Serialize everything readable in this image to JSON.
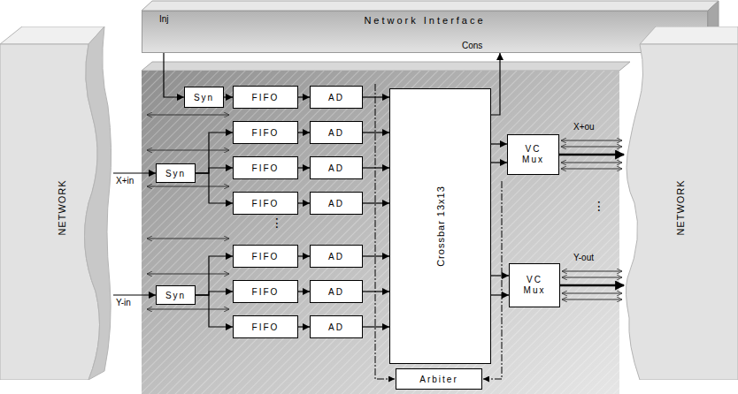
{
  "diagram": {
    "nodes": [
      {
        "text": [
          "NETWORK"
        ]
      },
      {
        "text": [
          "Network Interface"
        ]
      },
      {
        "text": [
          "Syn"
        ]
      },
      {
        "text": [
          "FIFO"
        ]
      },
      {
        "text": [
          "AD"
        ]
      },
      {
        "text": [
          "Syn"
        ]
      },
      {
        "text": [
          "FIFO"
        ]
      },
      {
        "text": [
          "AD"
        ]
      },
      {
        "text": [
          "FIFO"
        ]
      },
      {
        "text": [
          "AD"
        ]
      },
      {
        "text": [
          "FIFO"
        ]
      },
      {
        "text": [
          "AD"
        ]
      },
      {
        "text": [
          "Syn"
        ]
      },
      {
        "text": [
          "FIFO"
        ]
      },
      {
        "text": [
          "AD"
        ]
      },
      {
        "text": [
          "FIFO"
        ]
      },
      {
        "text": [
          "AD"
        ]
      },
      {
        "text": [
          "FIFO"
        ]
      },
      {
        "text": [
          "AD"
        ]
      },
      {
        "text": [
          "Crossbar 13x13"
        ]
      },
      {
        "text": [
          "VC Mux"
        ]
      },
      {
        "text": [
          "VC Mux"
        ]
      },
      {
        "text": [
          "Arbiter"
        ]
      },
      {
        "text": [
          "NETWORK"
        ]
      }
    ],
    "edges": [
      {
        "from": 1,
        "to": 2,
        "arrow": "to"
      },
      {
        "from": 2,
        "to": 3,
        "arrow": "to"
      },
      {
        "from": 3,
        "to": 4,
        "arrow": "to"
      },
      {
        "from": 4,
        "to": 19,
        "arrow": "to"
      },
      {
        "from": 0,
        "to": 5,
        "arrow": "to"
      },
      {
        "from": 5,
        "to": 6,
        "arrow": "to"
      },
      {
        "from": 5,
        "to": 8,
        "arrow": "to"
      },
      {
        "from": 5,
        "to": 10,
        "arrow": "to"
      },
      {
        "from": 6,
        "to": 7,
        "arrow": "to"
      },
      {
        "from": 7,
        "to": 19,
        "arrow": "to"
      },
      {
        "from": 8,
        "to": 9,
        "arrow": "to"
      },
      {
        "from": 9,
        "to": 19,
        "arrow": "to"
      },
      {
        "from": 10,
        "to": 11,
        "arrow": "to"
      },
      {
        "from": 11,
        "to": 19,
        "arrow": "to"
      },
      {
        "from": 0,
        "to": 12,
        "arrow": "to"
      },
      {
        "from": 12,
        "to": 13,
        "arrow": "to"
      },
      {
        "from": 12,
        "to": 15,
        "arrow": "to"
      },
      {
        "from": 12,
        "to": 17,
        "arrow": "to"
      },
      {
        "from": 13,
        "to": 14,
        "arrow": "to"
      },
      {
        "from": 14,
        "to": 19,
        "arrow": "to"
      },
      {
        "from": 15,
        "to": 16,
        "arrow": "to"
      },
      {
        "from": 16,
        "to": 19,
        "arrow": "to"
      },
      {
        "from": 17,
        "to": 18,
        "arrow": "to"
      },
      {
        "from": 18,
        "to": 19,
        "arrow": "to"
      },
      {
        "from": 19,
        "to": 1,
        "arrow": "to"
      },
      {
        "from": 19,
        "to": 20,
        "arrow": "to"
      },
      {
        "from": 19,
        "to": 20,
        "arrow": "to"
      },
      {
        "from": 19,
        "to": 21,
        "arrow": "to"
      },
      {
        "from": 19,
        "to": 21,
        "arrow": "to"
      },
      {
        "from": 20,
        "to": 23,
        "arrow": "to"
      },
      {
        "from": 21,
        "to": 23,
        "arrow": "to"
      }
    ],
    "labels": [
      "Inj",
      "Cons",
      "X+in",
      "Y-in",
      "X+ou",
      "Y-out",
      "⋮",
      "⋮"
    ]
  }
}
